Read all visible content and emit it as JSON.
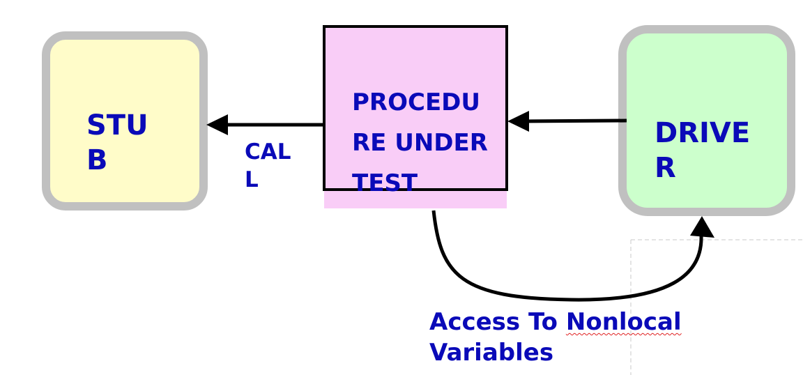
{
  "diagram": {
    "stub": {
      "label_line1": "STU",
      "label_line2": "B",
      "fill_color": "#fffcc9",
      "border_color": "#c0c0c0"
    },
    "procedure": {
      "label_line1": "PROCEDU",
      "label_line2": "RE UNDER",
      "label_line3": "TEST",
      "fill_color": "#f9cdf7",
      "border_color": "#000000"
    },
    "driver": {
      "label_line1": "DRIVE",
      "label_line2": "R",
      "fill_color": "#ccffcc",
      "border_color": "#c0c0c0"
    },
    "call_edge": {
      "label_line1": "CAL",
      "label_line2": "L"
    },
    "access_edge": {
      "label_word1": "Access To",
      "label_word2": "Nonlocal",
      "label_line2": "Variables"
    },
    "text_color": "#0a0ab8"
  }
}
